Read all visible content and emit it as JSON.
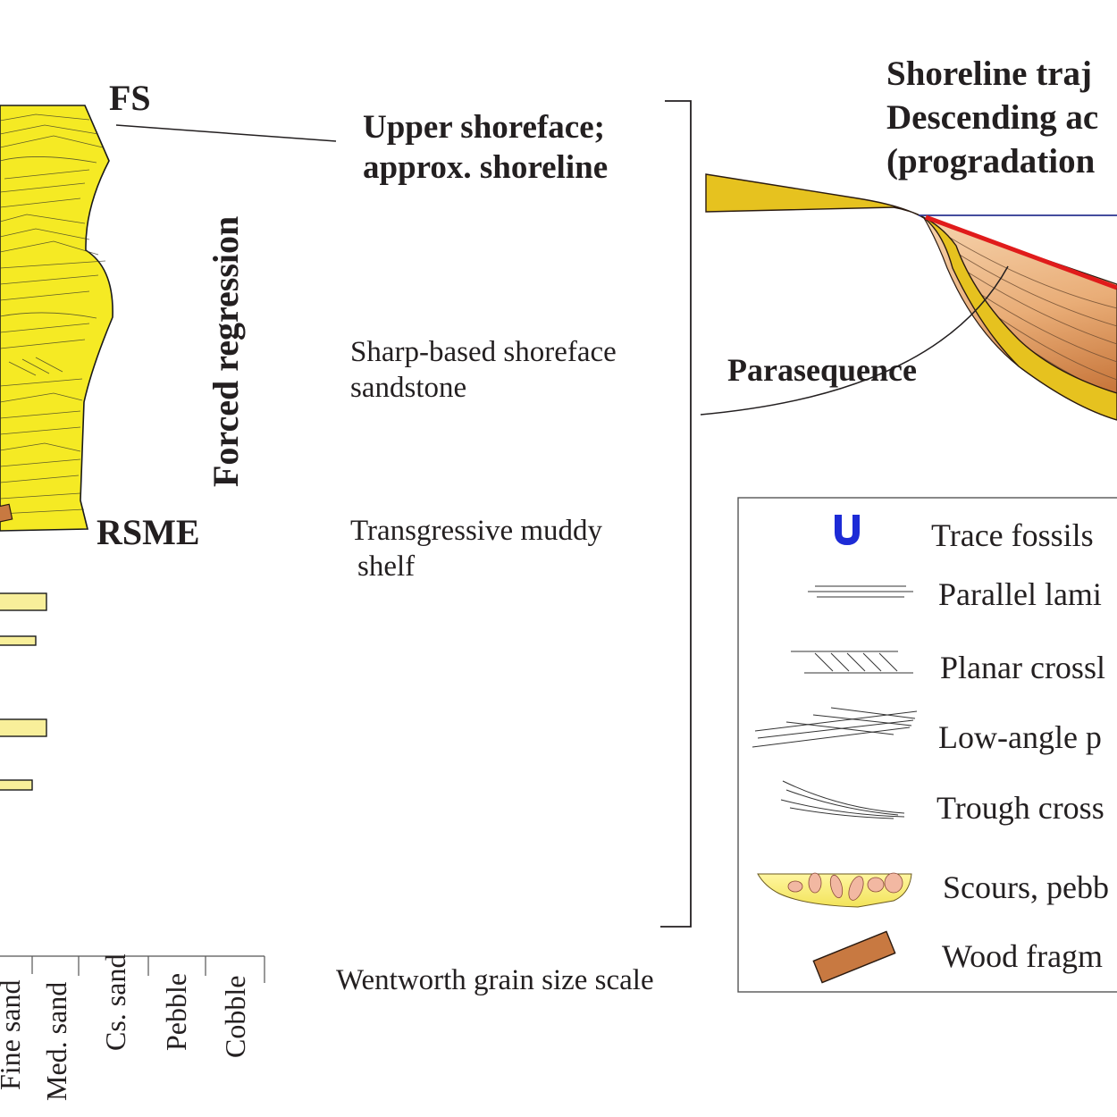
{
  "labels": {
    "fs": "FS",
    "rsme": "RSME",
    "forced_regression": "Forced regression",
    "upper_shoreface_line1": "Upper shoreface;",
    "upper_shoreface_line2": "approx. shoreline",
    "sharp_based_line1": "Sharp-based shoreface",
    "sharp_based_line2": "sandstone",
    "transgressive_line1": "Transgressive muddy",
    "transgressive_line2": "shelf",
    "wentworth": "Wentworth grain size scale",
    "trajectory_line1": "Shoreline traj",
    "trajectory_line2": "Descending ac",
    "trajectory_line3": "(progradation",
    "parasequence": "Parasequence"
  },
  "grain_scale": [
    "Fine sand",
    "Med. sand",
    "Cs. sand",
    "Pebble",
    "Cobble"
  ],
  "legend": [
    {
      "label": "Trace fossils"
    },
    {
      "label": "Parallel lami"
    },
    {
      "label": "Planar crossl"
    },
    {
      "label": "Low-angle p"
    },
    {
      "label": "Trough cross"
    },
    {
      "label": "Scours, pebb"
    },
    {
      "label": "Wood fragm"
    }
  ],
  "colors": {
    "sand_yellow": "#f5ea24",
    "pale_sand": "#f8ef9a",
    "wood_brown": "#c87941",
    "trace_blue": "#1d2bd6",
    "trajectory_red": "#e01b1b",
    "sea_level_blue": "#2a3390"
  }
}
